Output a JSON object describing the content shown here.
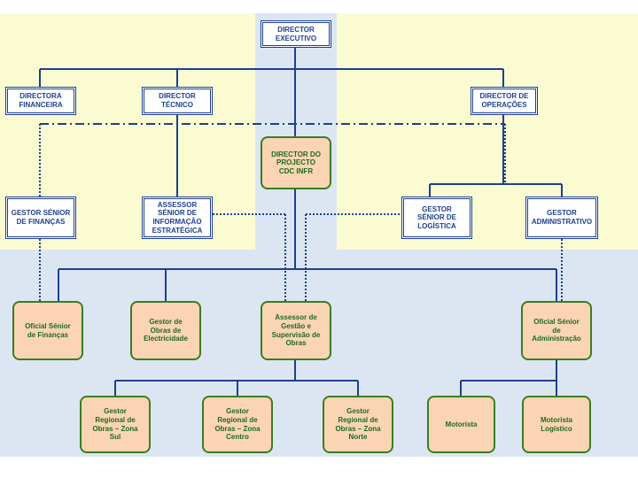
{
  "nodes": {
    "director_executivo": "DIRECTOR\nEXECUTIVO",
    "directora_financeira": "DIRECTORA\nFINANCEIRA",
    "director_tecnico": "DIRECTOR\nTÉCNICO",
    "director_operacoes": "DIRECTOR DE\nOPERAÇÕES",
    "director_projecto": "DIRECTOR DO\nPROJECTO\nCDC INFR",
    "gestor_senior_financas": "GESTOR SÉNIOR\nDE FINANÇAS",
    "assessor_senior_informacao": "ASSESSOR\nSÉNIOR DE\nINFORMAÇÃO\nESTRATÉGICA",
    "gestor_senior_logistica": "GESTOR\nSÉNIOR DE\nLOGÍSTICA",
    "gestor_administrativo": "GESTOR\nADMINISTRATIVO",
    "oficial_senior_financas": "Oficial Sénior\nde Finanças",
    "gestor_obras_electricidade": "Gestor de\nObras de\nElectricidade",
    "assessor_gestao_supervisao": "Assessor de\nGestão e\nSupervisão de\nObras",
    "oficial_senior_administracao": "Oficial Sénior\nde\nAdministração",
    "gestor_regional_sul": "Gestor\nRegional de\nObras – Zona\nSul",
    "gestor_regional_centro": "Gestor\nRegional de\nObras – Zona\nCentro",
    "gestor_regional_norte": "Gestor\nRegional de\nObras – Zona\nNorte",
    "motorista": "Motorista",
    "motorista_logistico": "Motorista\nLogístico"
  },
  "colors": {
    "line": "#1f3f8f",
    "zone_yellow": "#fbfbd2",
    "zone_blue": "#dce6f2",
    "box_fill": "#fbd4b4",
    "box_border": "#3a7d22"
  }
}
